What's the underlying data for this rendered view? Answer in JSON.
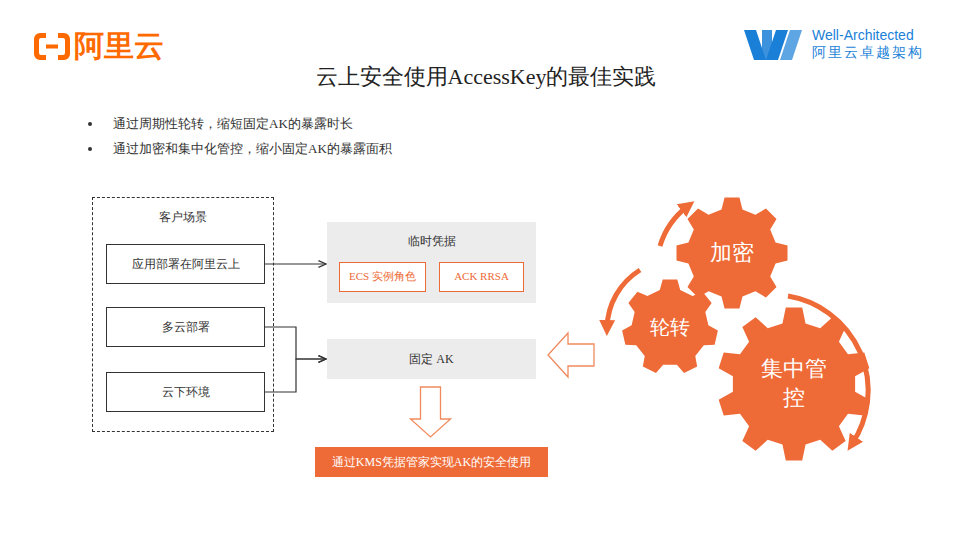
{
  "diagram": {
    "title": "云上安全使用AccessKey的最佳实践",
    "nodes": [
      {
        "text": [
          "客户场景"
        ]
      },
      {
        "text": [
          "应用部署在阿里云上"
        ],
        "in": 0
      },
      {
        "text": [
          "多云部署"
        ],
        "in": 0
      },
      {
        "text": [
          "云下环境"
        ],
        "in": 0
      },
      {
        "text": [
          "临时凭据"
        ]
      },
      {
        "text": [
          "ECS 实例角色"
        ],
        "in": 4
      },
      {
        "text": [
          "ACK RRSA"
        ],
        "in": 4
      },
      {
        "text": [
          "固定 AK"
        ]
      },
      {
        "text": [
          "通过KMS凭据管家实现AK的安全使用"
        ]
      },
      {
        "text": [
          "加密"
        ]
      },
      {
        "text": [
          "轮转"
        ]
      },
      {
        "text": [
          "集中管控"
        ]
      }
    ],
    "edges": [
      {
        "from": 1,
        "to": 4,
        "arrow": "to"
      },
      {
        "from": 2,
        "to": 7,
        "arrow": "to"
      },
      {
        "from": 3,
        "to": 7,
        "arrow": "to"
      },
      {
        "from": 7,
        "to": 8,
        "arrow": "to"
      },
      {
        "from": 10,
        "to": 7,
        "arrow": "to"
      }
    ],
    "labels": [
      "阿里云",
      "Well-Architected",
      "阿里云卓越架构",
      "通过周期性轮转，缩短固定AK的暴露时长",
      "通过加密和集中化管控，缩小固定AK的暴露面积"
    ]
  }
}
